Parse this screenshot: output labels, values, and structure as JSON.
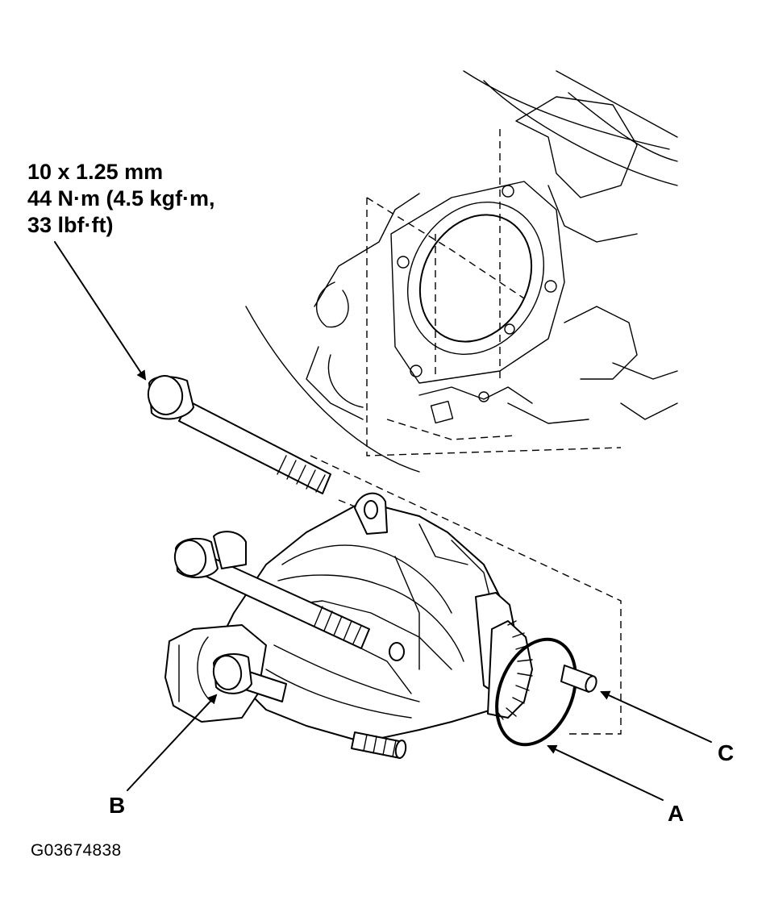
{
  "bolt_spec": {
    "line1": "10 x 1.25 mm",
    "line2": "44 N·m (4.5 kgf·m,",
    "line3": "33 lbf·ft)"
  },
  "callouts": {
    "a": "A",
    "b": "B",
    "c": "C"
  },
  "figure_id": "G03674838"
}
